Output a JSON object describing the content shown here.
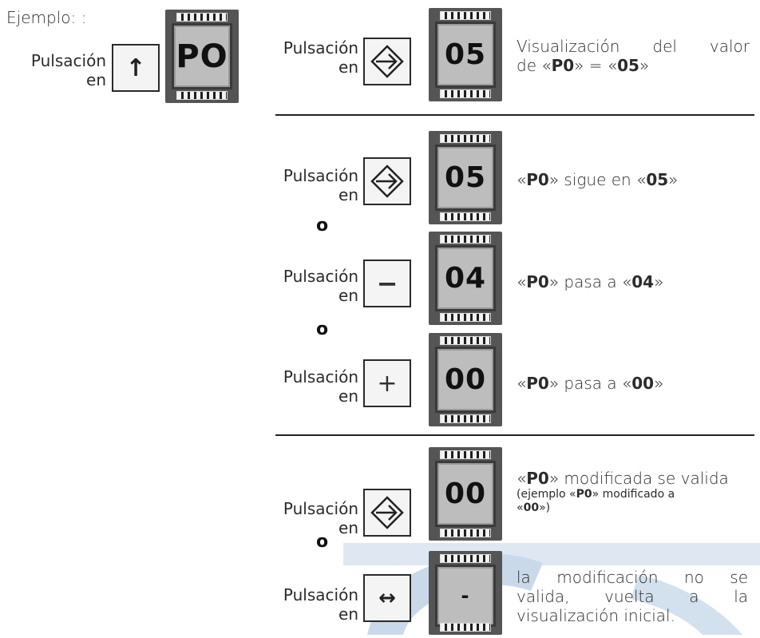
{
  "example_label": "Ejemplo: :",
  "press_label": "Pulsación",
  "en_label": "en",
  "or_label": "o",
  "displays": {
    "d0": "PO",
    "d1": "05",
    "d2": "05",
    "d3": "04",
    "d4": "00",
    "d5": "00",
    "d6": "-"
  },
  "texts": {
    "r1_line1": "Visualización del valor",
    "r1_pre": "de «",
    "r1_k1": "P0",
    "r1_mid": "» = «",
    "r1_k2": "05",
    "r1_end": "»",
    "r2_pre": "«",
    "r2_k1": "P0",
    "r2_mid": "» sigue en «",
    "r2_k2": "05",
    "r2_end": "»",
    "r3_pre": "«",
    "r3_k1": "P0",
    "r3_mid": "» pasa a «",
    "r3_k2": "04",
    "r3_end": "»",
    "r4_pre": "«",
    "r4_k1": "P0",
    "r4_mid": "» pasa a «",
    "r4_k2": "00",
    "r4_end": "»",
    "r5_pre": "«",
    "r5_k1": "P0",
    "r5_mid": "» modificada se valida",
    "r5_s_pre": "(ejemplo «",
    "r5_s_k1": "P0",
    "r5_s_mid": "» modificado a",
    "r5_s_pre2": "«",
    "r5_s_k2": "00",
    "r5_s_end": "»)",
    "r6_l1": "la  modificación  no  se",
    "r6_l2": "valida,    vuelta    a    la",
    "r6_l3": "visualización inicial."
  },
  "buttons": {
    "up": "↑",
    "enter": "enter-arrow-icon",
    "minus": "−",
    "plus": "+",
    "escape": "↔"
  },
  "colors": {
    "watermark": "#c9d9ea",
    "watermark_band": "#d7e3f0"
  }
}
